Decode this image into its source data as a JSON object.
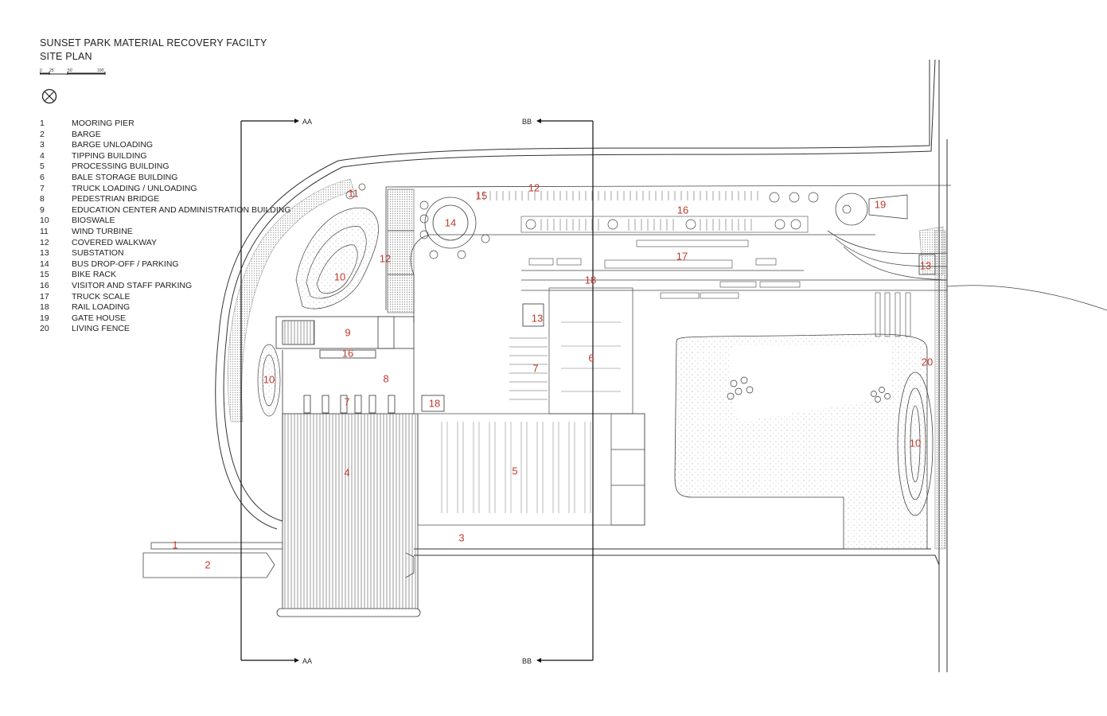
{
  "title": {
    "line1": "SUNSET PARK MATERIAL RECOVERY FACILTY",
    "line2": "SITE PLAN"
  },
  "scale_bar": {
    "labels": [
      "0",
      "25'",
      "50'",
      "100'"
    ]
  },
  "north_symbol": "north-arrow-icon",
  "legend": [
    {
      "num": "1",
      "text": "MOORING PIER"
    },
    {
      "num": "2",
      "text": "BARGE"
    },
    {
      "num": "3",
      "text": "BARGE UNLOADING"
    },
    {
      "num": "4",
      "text": "TIPPING BUILDING"
    },
    {
      "num": "5",
      "text": "PROCESSING BUILDING"
    },
    {
      "num": "6",
      "text": "BALE STORAGE BUILDING"
    },
    {
      "num": "7",
      "text": "TRUCK LOADING / UNLOADING"
    },
    {
      "num": "8",
      "text": "PEDESTRIAN BRIDGE"
    },
    {
      "num": "9",
      "text": "EDUCATION CENTER AND ADMINISTRATION BUILDING"
    },
    {
      "num": "10",
      "text": "BIOSWALE"
    },
    {
      "num": "11",
      "text": "WIND TURBINE"
    },
    {
      "num": "12",
      "text": "COVERED WALKWAY"
    },
    {
      "num": "13",
      "text": "SUBSTATION"
    },
    {
      "num": "14",
      "text": "BUS DROP-OFF / PARKING"
    },
    {
      "num": "15",
      "text": "BIKE RACK"
    },
    {
      "num": "16",
      "text": "VISITOR AND STAFF PARKING"
    },
    {
      "num": "17",
      "text": "TRUCK SCALE"
    },
    {
      "num": "18",
      "text": "RAIL LOADING"
    },
    {
      "num": "19",
      "text": "GATE HOUSE"
    },
    {
      "num": "20",
      "text": "LIVING FENCE"
    }
  ],
  "section_marks": {
    "aa_top": "AA",
    "aa_bottom": "AA",
    "bb_top": "BB",
    "bb_bottom": "BB"
  },
  "plan_labels": {
    "pier": "1",
    "barge": "2",
    "barge_unloading": "3",
    "tipping": "4",
    "processing": "5",
    "bale_storage": "6",
    "truck_loading_west": "7",
    "truck_loading_east": "7",
    "pedestrian_bridge": "8",
    "education_center": "9",
    "bioswale_north": "10",
    "bioswale_west": "10",
    "bioswale_east": "10",
    "wind_turbine": "11",
    "covered_walkway_west": "12",
    "covered_walkway_north": "12",
    "substation_east": "13",
    "substation_west": "13",
    "bus_dropoff": "14",
    "bike_rack": "15",
    "parking": "16",
    "truck_scale": "17",
    "rail_loading": "18",
    "gate_house": "19",
    "living_fence": "20",
    "internal_16": "16",
    "internal_18": "18"
  },
  "colors": {
    "linework": "#333333",
    "label_red": "#c0392b",
    "hatch": "#555555"
  }
}
